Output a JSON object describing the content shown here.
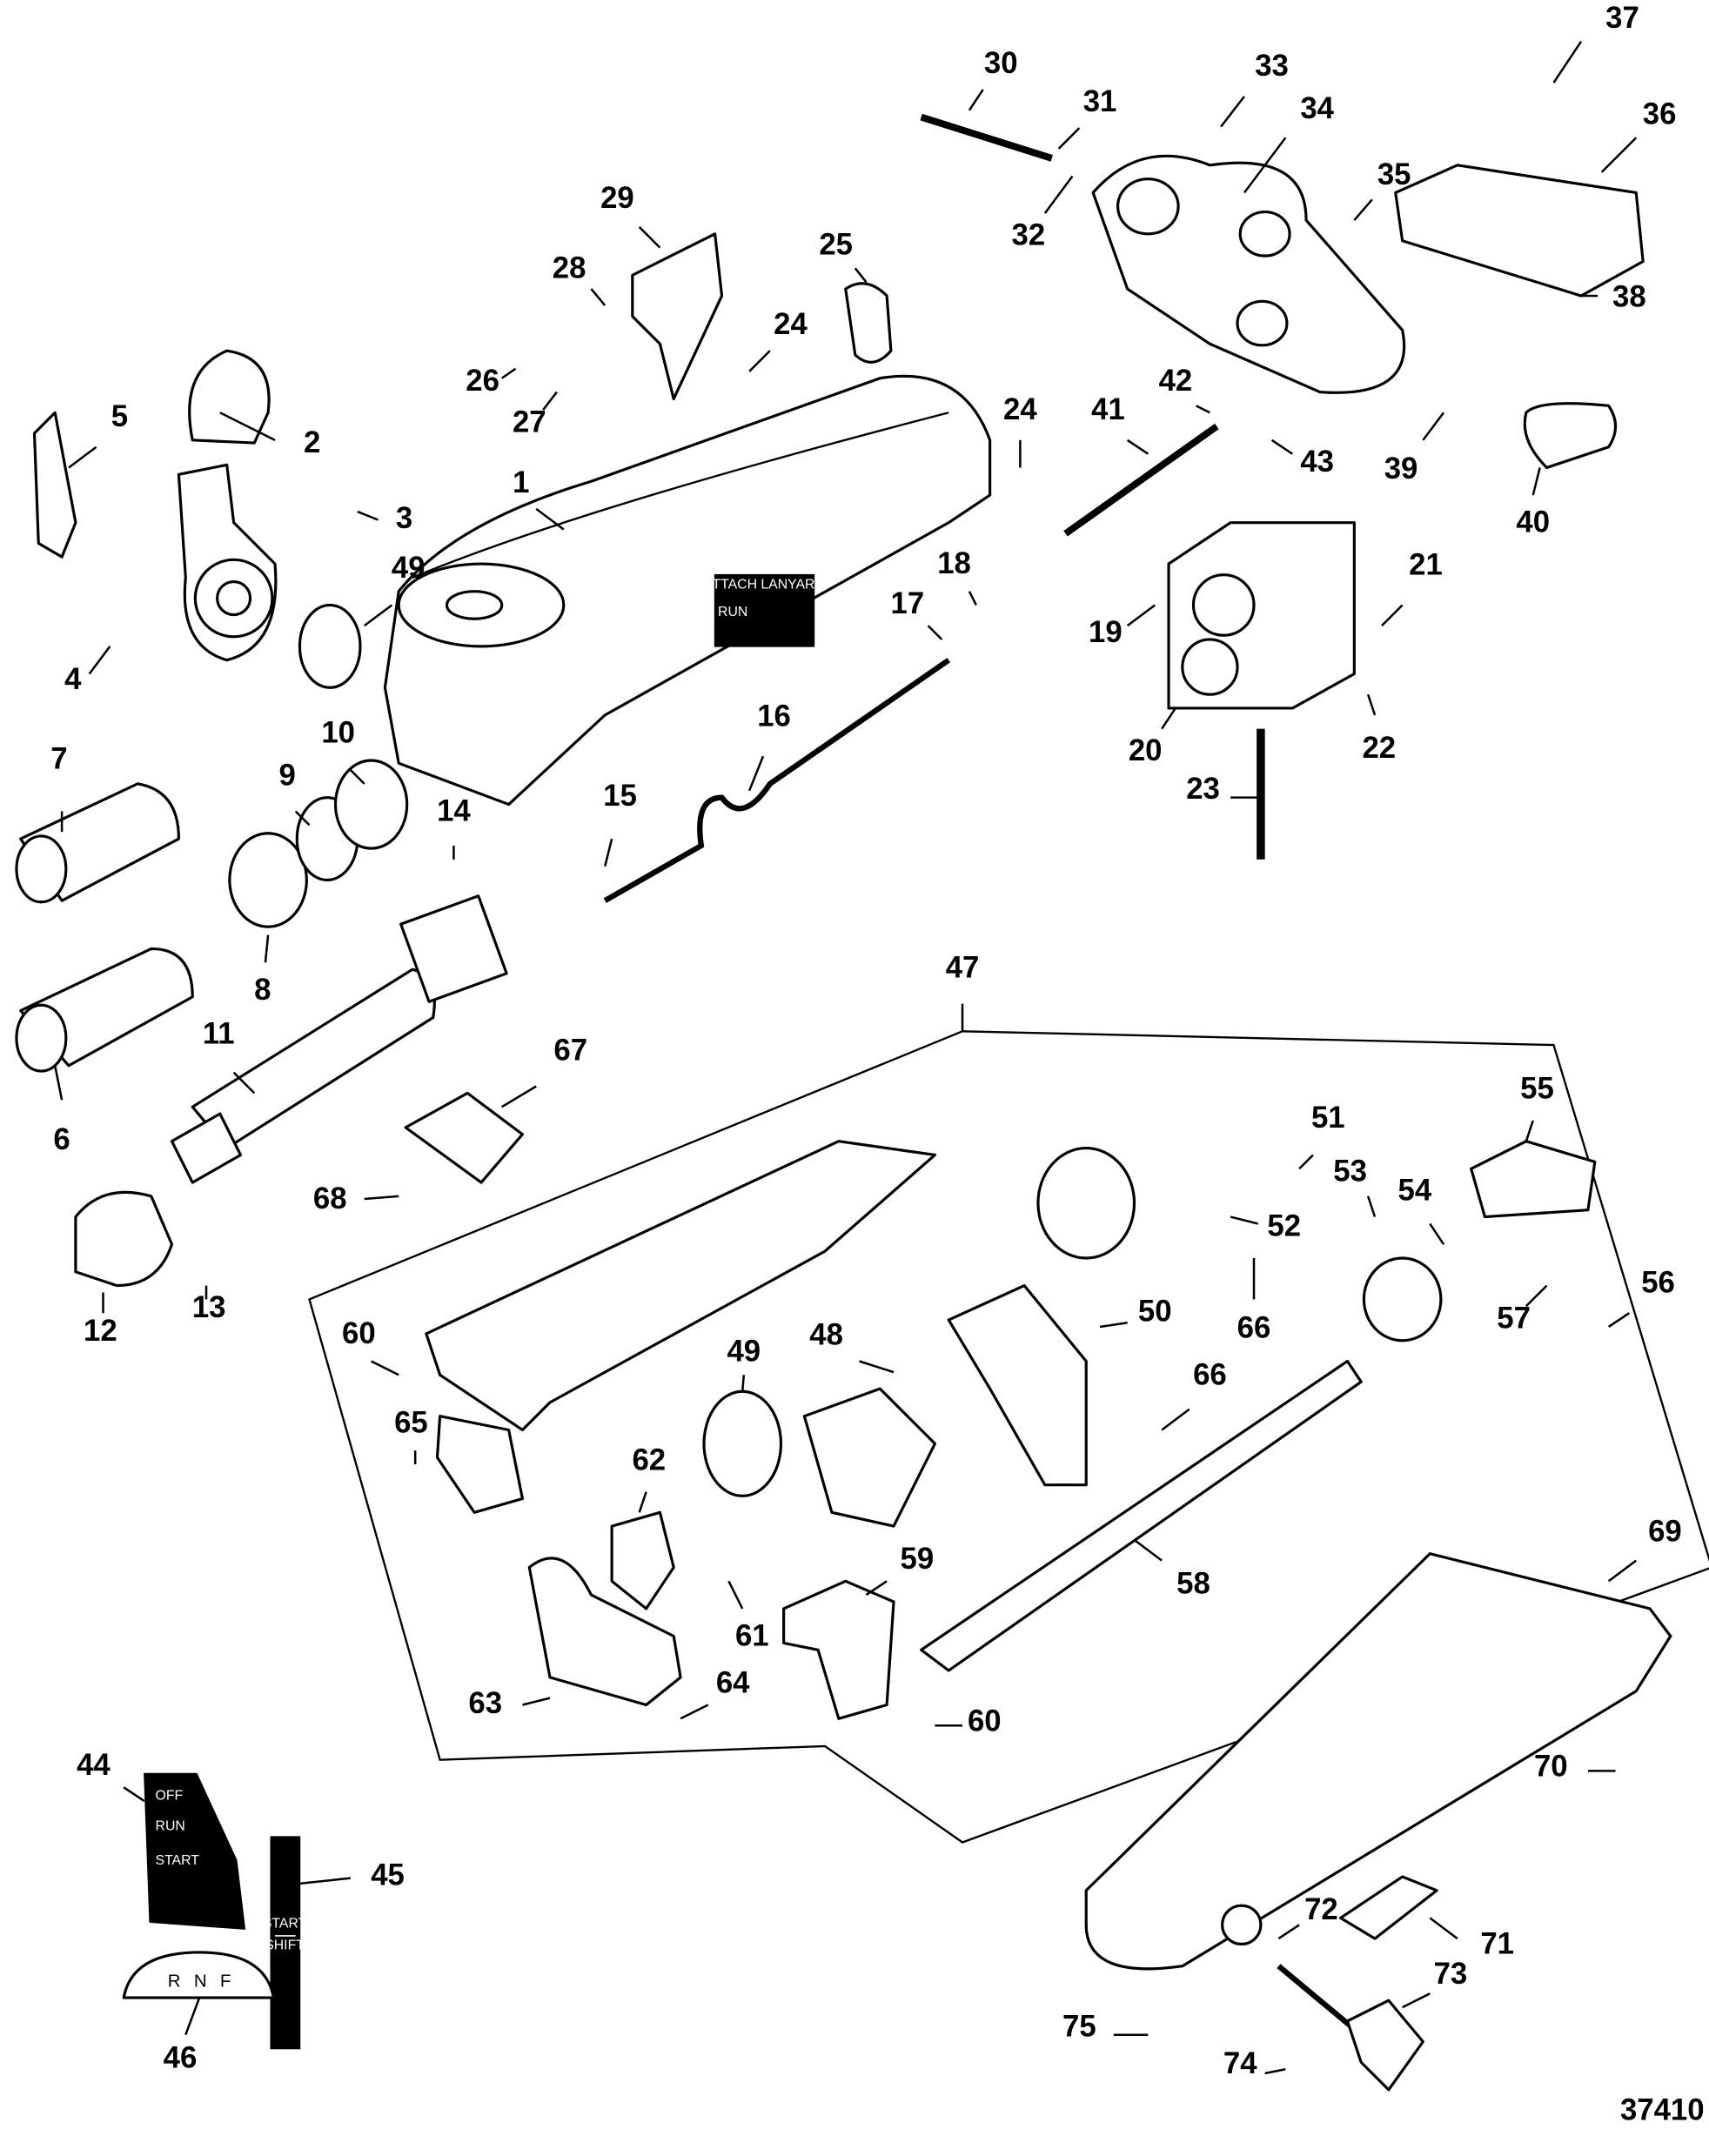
{
  "diagram": {
    "figure_number": "37410",
    "callouts": [
      "37",
      "30",
      "33",
      "31",
      "34",
      "36",
      "35",
      "29",
      "32",
      "25",
      "28",
      "38",
      "24",
      "26",
      "5",
      "2",
      "27",
      "24",
      "41",
      "42",
      "43",
      "39",
      "40",
      "1",
      "3",
      "49",
      "18",
      "17",
      "19",
      "21",
      "4",
      "10",
      "9",
      "16",
      "20",
      "22",
      "7",
      "15",
      "14",
      "23",
      "8",
      "47",
      "11",
      "67",
      "6",
      "51",
      "55",
      "53",
      "54",
      "52",
      "68",
      "12",
      "13",
      "66",
      "56",
      "57",
      "50",
      "60",
      "49",
      "48",
      "66",
      "65",
      "62",
      "58",
      "59",
      "69",
      "61",
      "63",
      "64",
      "60",
      "44",
      "70",
      "45",
      "72",
      "71",
      "73",
      "46",
      "75",
      "74"
    ],
    "decals": {
      "key_switch": {
        "off": "OFF",
        "run": "RUN",
        "start": "START"
      },
      "start_shift": {
        "start": "START",
        "shift": "SHIFT"
      },
      "shift_indicator": {
        "r": "R",
        "n": "N",
        "f": "F"
      },
      "lanyard": {
        "title": "ATTACH LANYARD",
        "run": "RUN"
      }
    },
    "colors": {
      "line": "#000000",
      "background": "#ffffff"
    }
  }
}
